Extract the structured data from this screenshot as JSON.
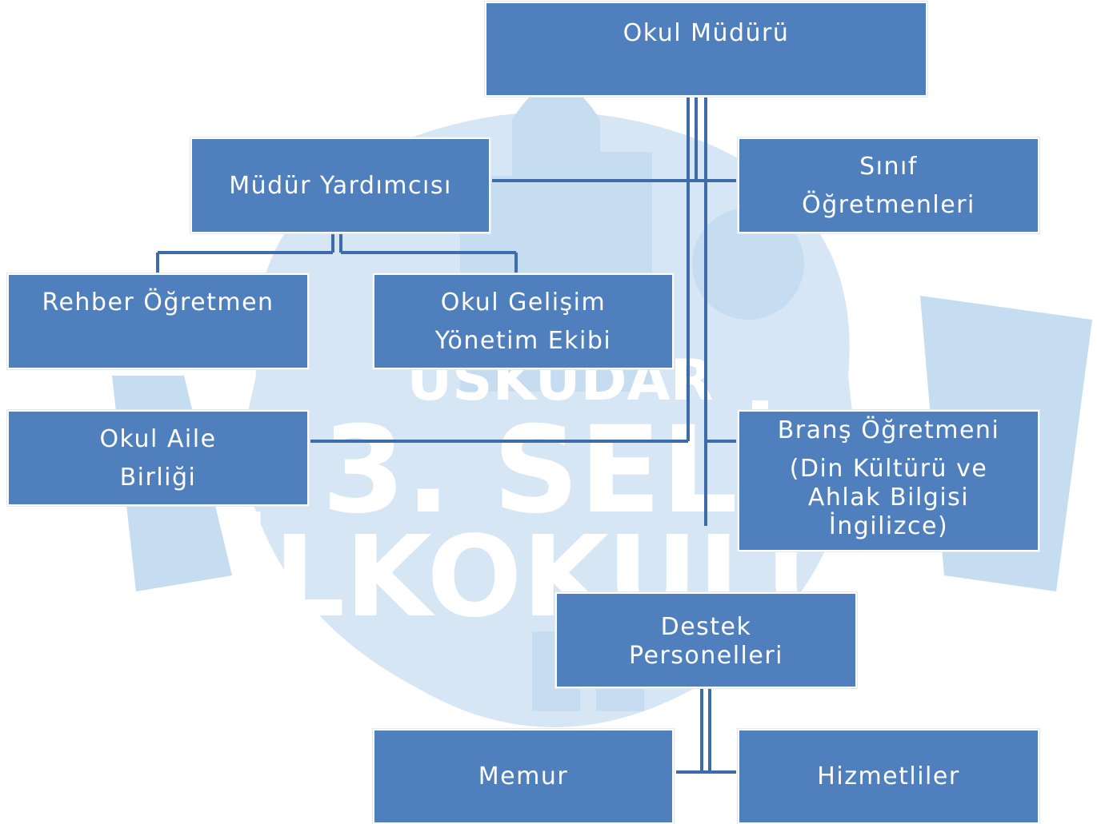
{
  "watermark": {
    "line1": "ÜSKÜDAR",
    "line2": "3. SELİ",
    "line3": "İLKOKULU"
  },
  "nodes": {
    "okul_muduru": {
      "lines": [
        "Okul Müdürü"
      ]
    },
    "mudur_yardimcisi": {
      "lines": [
        "Müdür Yardımcısı"
      ]
    },
    "sinif_ogretmenleri": {
      "lines": [
        "Sınıf",
        "Öğretmenleri"
      ]
    },
    "rehber_ogretmen": {
      "lines": [
        "Rehber Öğretmen"
      ]
    },
    "okul_gelisim": {
      "lines": [
        "Okul Gelişim",
        "Yönetim Ekibi"
      ]
    },
    "okul_aile_birligi": {
      "lines": [
        "Okul Aile",
        "Birliği"
      ]
    },
    "brans_ogretmeni": {
      "lines": [
        "Branş Öğretmeni",
        "(Din Kültürü ve",
        "Ahlak Bilgisi",
        "İngilizce)"
      ]
    },
    "destek_personelleri": {
      "lines": [
        "Destek",
        "Personelleri"
      ]
    },
    "memur": {
      "lines": [
        "Memur"
      ]
    },
    "hizmetliler": {
      "lines": [
        "Hizmetliler"
      ]
    }
  },
  "colors": {
    "box_fill": "#4f7fbd",
    "box_text": "#ffffff",
    "connector": "#3d6ca8",
    "watermark": "#cfe2f3"
  }
}
